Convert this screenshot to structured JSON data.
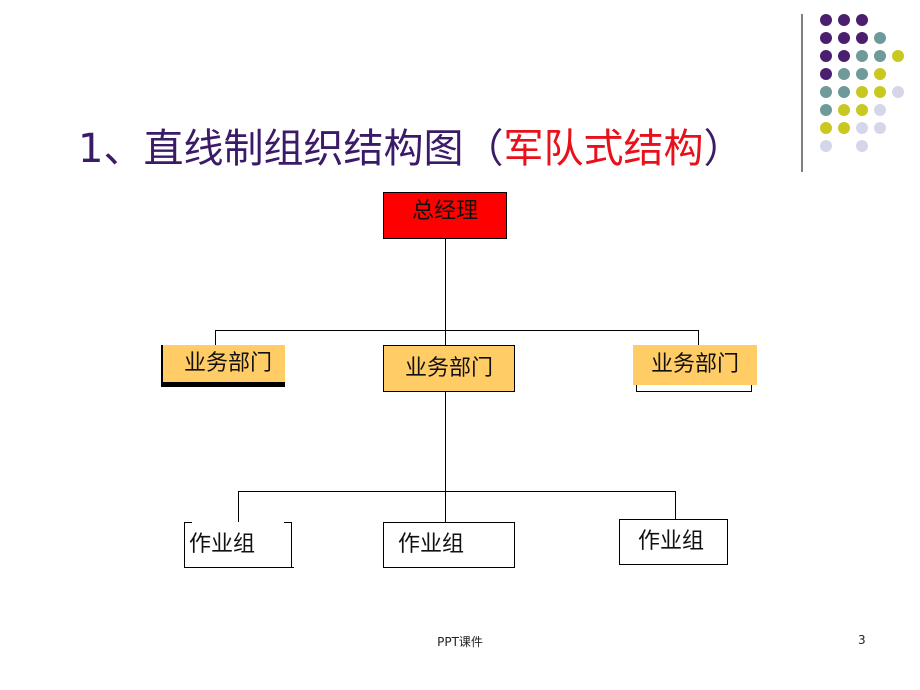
{
  "slide": {
    "title_main": "1、直线制组织结构图（",
    "title_accent": "军队式结构",
    "title_close": "）",
    "footer": "PPT课件",
    "page_number": "3"
  },
  "org_chart": {
    "root": "总经理",
    "departments": [
      "业务部门",
      "业务部门",
      "业务部门"
    ],
    "groups": [
      "作业组",
      "作业组",
      "作业组"
    ]
  },
  "colors": {
    "title": "#3b1a68",
    "title_accent": "#e8101a",
    "root_fill": "#ff0000",
    "department_fill": "#ffcc66",
    "dot_purple": "#4b1e6e",
    "dot_teal": "#6f9a9a",
    "dot_olive": "#c8c820",
    "dot_lavender": "#d6d6ea"
  }
}
